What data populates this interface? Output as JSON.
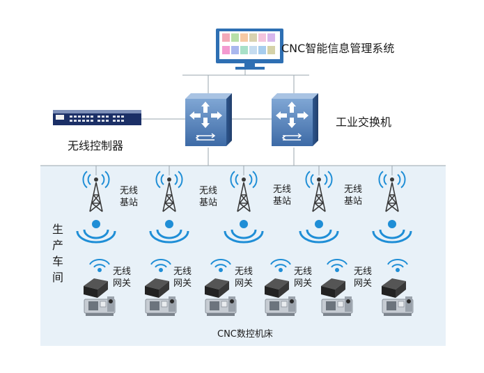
{
  "labels": {
    "system_title": "CNC智能信息管理系统",
    "switch": "工业交换机",
    "controller": "无线控制器",
    "floor": "生产车间",
    "base_station": "无线基站",
    "gateway": "无线网关",
    "cnc_machine": "CNC数控机床"
  },
  "colors": {
    "floor_bg": "#e8f1f8",
    "line": "#9aa5ae",
    "switch_blue": "#4a7bb5",
    "signal_blue": "#1f8ed6",
    "tower": "#3a3a3a",
    "monitor_bezel": "#2e6fb3"
  },
  "icons": {
    "monitor": "monitor-icon",
    "switch": "network-switch-icon",
    "controller": "wireless-controller-icon",
    "tower": "antenna-tower-icon",
    "signal": "wifi-signal-icon",
    "gateway": "gateway-device-icon",
    "machine": "cnc-machine-icon"
  }
}
